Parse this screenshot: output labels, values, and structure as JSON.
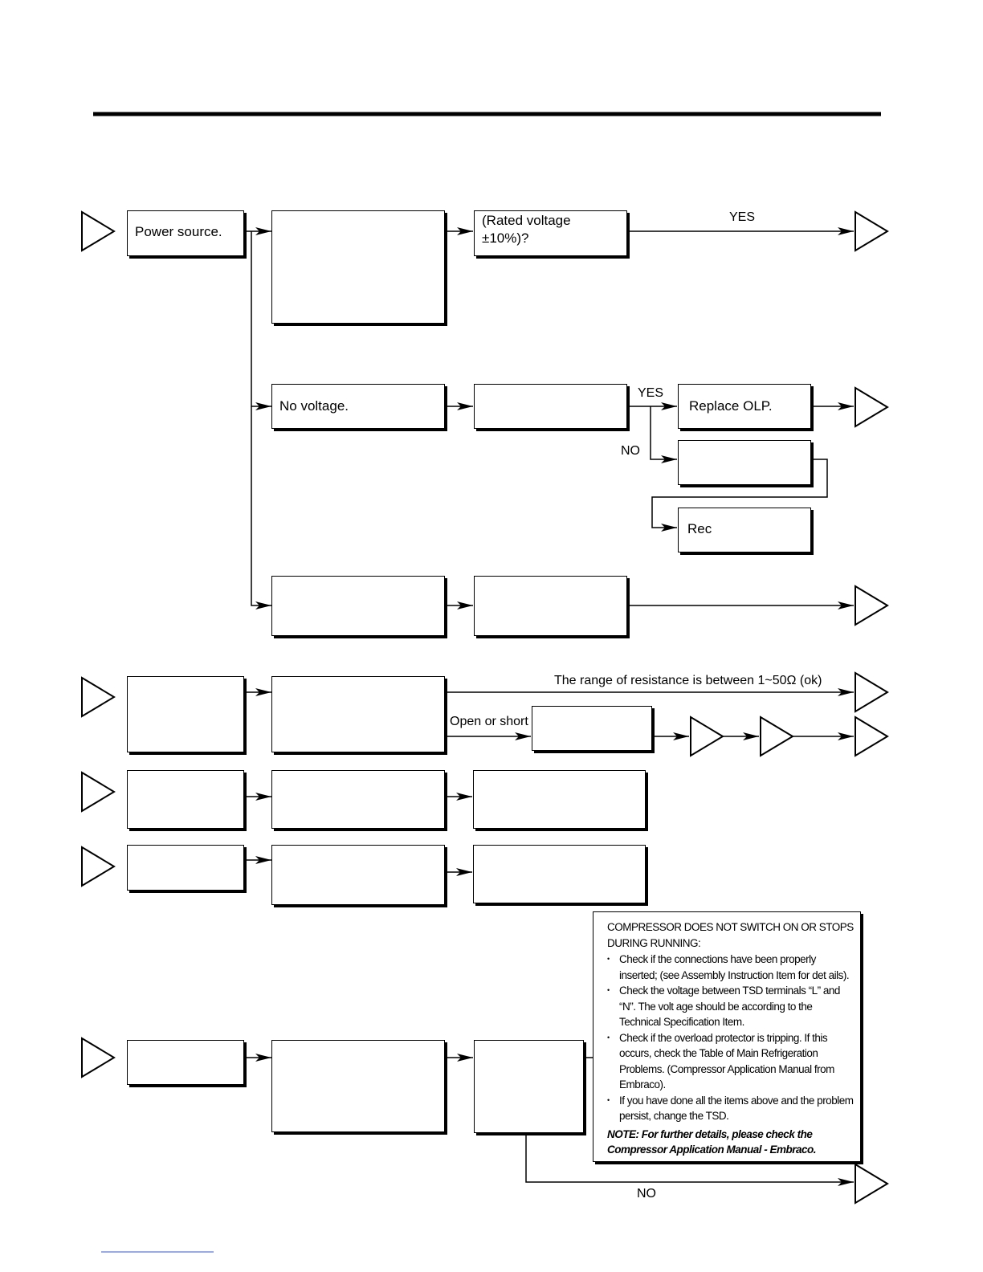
{
  "boxes": {
    "power_source": "Power source.",
    "rated_voltage": "(Rated voltage\n±10%)?",
    "no_voltage": "No voltage.",
    "replace_olp": "Replace OLP.",
    "rec": "Rec"
  },
  "labels": {
    "yes_top": "YES",
    "yes_olp": "YES",
    "no_olp": "NO",
    "resistance_ok": "The range of resistance is between 1~50Ω (ok)",
    "open_or_short": "Open or short",
    "no_bottom": "NO"
  },
  "note": {
    "title": "COMPRESSOR DOES NOT SWITCH ON OR STOPS DURING RUNNING:",
    "items": [
      "Check if the connections have been properly inserted; (see Assembly Instruction Item for det ails).",
      "Check the voltage between TSD terminals “L” and “N”. The volt age should be according to the Technical Specification Item.",
      "Check if the overload protector is tripping. If this occurs, check the Table of Main Refrigeration Problems. (Compressor Application Manual from Embraco).",
      "If you have done all the items above and the problem persist, change the TSD."
    ],
    "footer": "NOTE: For further details, please check the Compressor Application Manual - Embraco."
  }
}
